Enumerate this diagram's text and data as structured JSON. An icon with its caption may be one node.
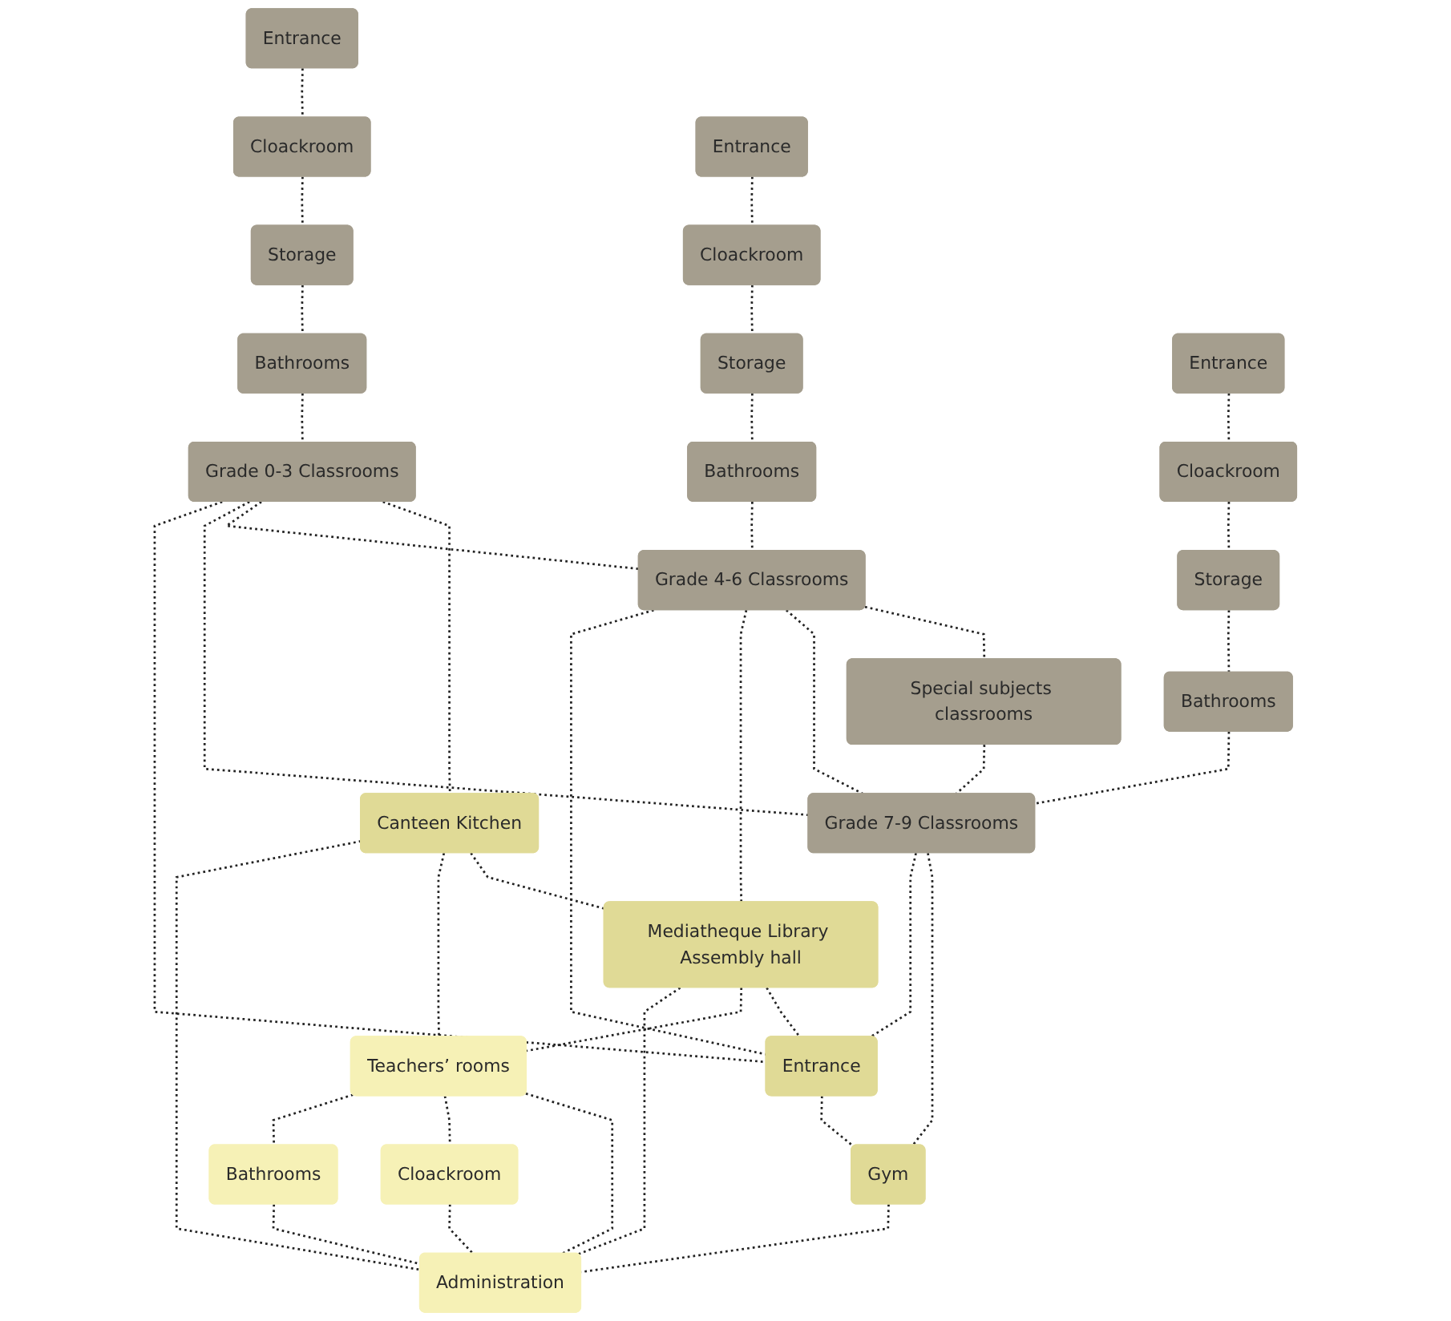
{
  "diagram": {
    "nodes": [
      {
        "text": [
          "Entrance"
        ]
      },
      {
        "text": [
          "Cloackroom"
        ]
      },
      {
        "text": [
          "Storage"
        ]
      },
      {
        "text": [
          "Bathrooms"
        ]
      },
      {
        "text": [
          "Grade 0-3 Classrooms"
        ]
      },
      {
        "text": [
          "Entrance"
        ]
      },
      {
        "text": [
          "Cloackroom"
        ]
      },
      {
        "text": [
          "Storage"
        ]
      },
      {
        "text": [
          "Bathrooms"
        ]
      },
      {
        "text": [
          "Grade 4-6 Classrooms"
        ]
      },
      {
        "text": [
          "Special subjects classrooms"
        ]
      },
      {
        "text": [
          "Entrance"
        ]
      },
      {
        "text": [
          "Cloackroom"
        ]
      },
      {
        "text": [
          "Storage"
        ]
      },
      {
        "text": [
          "Bathrooms"
        ]
      },
      {
        "text": [
          "Grade 7-9 Classrooms"
        ]
      },
      {
        "text": [
          "Canteen Kitchen"
        ]
      },
      {
        "text": [
          "Mediatheque Library Assembly hall"
        ]
      },
      {
        "text": [
          "Entrance"
        ]
      },
      {
        "text": [
          "Gym"
        ]
      },
      {
        "text": [
          "Teachers’ rooms"
        ]
      },
      {
        "text": [
          "Cloackroom"
        ]
      },
      {
        "text": [
          "Bathrooms"
        ]
      },
      {
        "text": [
          "Administration"
        ]
      }
    ],
    "edges": [
      {
        "from": 0,
        "to": 1,
        "arrow": "none",
        "style": "dashed"
      },
      {
        "from": 1,
        "to": 2,
        "arrow": "none",
        "style": "dashed"
      },
      {
        "from": 2,
        "to": 3,
        "arrow": "none",
        "style": "dashed"
      },
      {
        "from": 3,
        "to": 4,
        "arrow": "none",
        "style": "dashed"
      },
      {
        "from": 5,
        "to": 6,
        "arrow": "none",
        "style": "dashed"
      },
      {
        "from": 6,
        "to": 7,
        "arrow": "none",
        "style": "dashed"
      },
      {
        "from": 7,
        "to": 8,
        "arrow": "none",
        "style": "dashed"
      },
      {
        "from": 8,
        "to": 9,
        "arrow": "none",
        "style": "dashed"
      },
      {
        "from": 11,
        "to": 12,
        "arrow": "none",
        "style": "dashed"
      },
      {
        "from": 12,
        "to": 13,
        "arrow": "none",
        "style": "dashed"
      },
      {
        "from": 13,
        "to": 14,
        "arrow": "none",
        "style": "dashed"
      },
      {
        "from": 14,
        "to": 15,
        "arrow": "none",
        "style": "dashed"
      },
      {
        "from": 9,
        "to": 10,
        "arrow": "none",
        "style": "dashed"
      },
      {
        "from": 10,
        "to": 15,
        "arrow": "none",
        "style": "dashed"
      },
      {
        "from": 4,
        "to": 16,
        "arrow": "none",
        "style": "dashed"
      },
      {
        "from": 4,
        "to": 9,
        "arrow": "none",
        "style": "dashed"
      },
      {
        "from": 4,
        "to": 15,
        "arrow": "none",
        "style": "dashed"
      },
      {
        "from": 9,
        "to": 15,
        "arrow": "none",
        "style": "dashed"
      },
      {
        "from": 9,
        "to": 17,
        "arrow": "none",
        "style": "dashed"
      },
      {
        "from": 15,
        "to": 19,
        "arrow": "none",
        "style": "dashed"
      },
      {
        "from": 4,
        "to": 18,
        "arrow": "none",
        "style": "dashed"
      },
      {
        "from": 9,
        "to": 18,
        "arrow": "none",
        "style": "dashed"
      },
      {
        "from": 15,
        "to": 18,
        "arrow": "none",
        "style": "dashed"
      },
      {
        "from": 16,
        "to": 17,
        "arrow": "none",
        "style": "dashed"
      },
      {
        "from": 17,
        "to": 18,
        "arrow": "none",
        "style": "dashed"
      },
      {
        "from": 18,
        "to": 19,
        "arrow": "none",
        "style": "dashed"
      },
      {
        "from": 16,
        "to": 20,
        "arrow": "none",
        "style": "dashed"
      },
      {
        "from": 17,
        "to": 20,
        "arrow": "none",
        "style": "dashed"
      },
      {
        "from": 16,
        "to": 23,
        "arrow": "none",
        "style": "dashed"
      },
      {
        "from": 17,
        "to": 23,
        "arrow": "none",
        "style": "dashed"
      },
      {
        "from": 19,
        "to": 23,
        "arrow": "none",
        "style": "dashed"
      },
      {
        "from": 20,
        "to": 23,
        "arrow": "none",
        "style": "dashed"
      },
      {
        "from": 20,
        "to": 21,
        "arrow": "none",
        "style": "dashed"
      },
      {
        "from": 21,
        "to": 23,
        "arrow": "none",
        "style": "dashed"
      },
      {
        "from": 20,
        "to": 22,
        "arrow": "none",
        "style": "dashed"
      },
      {
        "from": 22,
        "to": 23,
        "arrow": "none",
        "style": "dashed"
      }
    ]
  }
}
